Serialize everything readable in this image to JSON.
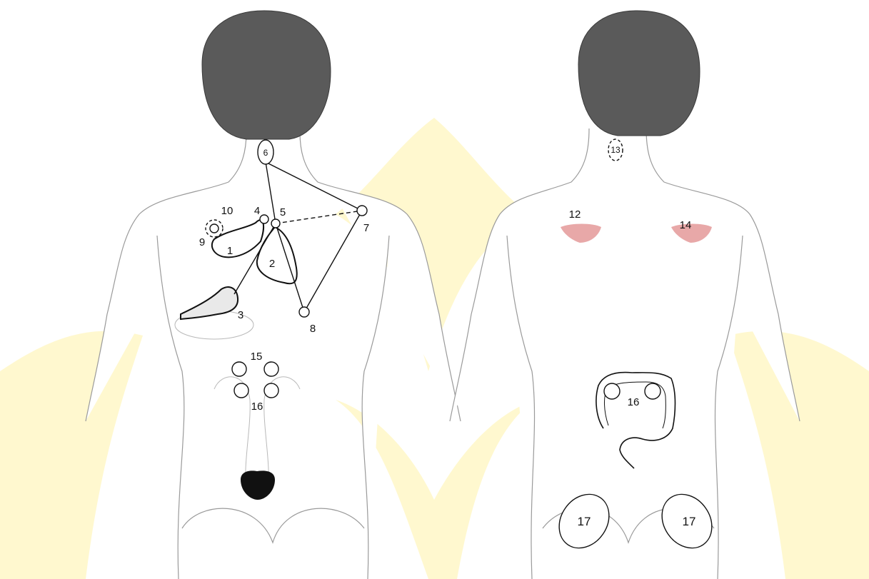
{
  "labels": {
    "p1": "1",
    "p2": "2",
    "p3": "3",
    "p4": "4",
    "p5": "5",
    "p6": "6",
    "p7": "7",
    "p8": "8",
    "p9": "9",
    "p10": "10",
    "p12": "12",
    "p13": "13",
    "p14": "14",
    "p15": "15",
    "p16_left": "16",
    "p16_right": "16",
    "p17_left": "17",
    "p17_right": "17"
  },
  "colors": {
    "watermark": "#fff3a8",
    "shoulder_patch": "#e8a8a8",
    "bladder": "#111111",
    "hair": "#5a5a5a"
  },
  "icons": {
    "bladder": "bladder-icon",
    "gallbladder": "gallbladder-icon",
    "liver": "liver-icon",
    "pancreas": "pancreas-icon",
    "colon": "colon-icon"
  }
}
